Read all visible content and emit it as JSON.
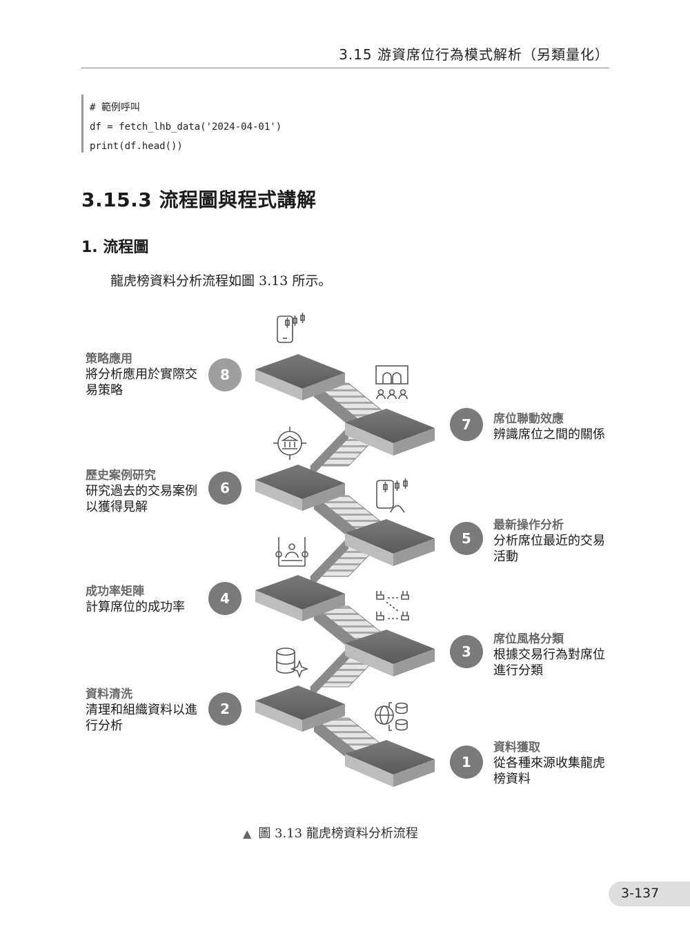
{
  "header": {
    "title": "3.15  游資席位行為模式解析（另類量化）"
  },
  "code": {
    "lines": [
      "# 範例呼叫",
      "df = fetch_lhb_data('2024-04-01')",
      "print(df.head())"
    ]
  },
  "section": {
    "heading": "3.15.3  流程圖與程式講解",
    "subheading": "1. 流程圖",
    "paragraph": "龍虎榜資料分析流程如圖 3.13 所示。"
  },
  "flow": {
    "steps": [
      {
        "num": "1",
        "title": "資料獲取",
        "desc1": "從各種來源收集龍虎",
        "desc2": "榜資料",
        "icon": "globe-database-icon"
      },
      {
        "num": "2",
        "title": "資料清洗",
        "desc1": "清理和組織資料以進",
        "desc2": "行分析",
        "icon": "database-sparkle-icon"
      },
      {
        "num": "3",
        "title": "席位風格分類",
        "desc1": "根據交易行為對席位",
        "desc2": "進行分類",
        "icon": "sort-nodes-icon"
      },
      {
        "num": "4",
        "title": "成功率矩陣",
        "desc1": "計算席位的成功率",
        "desc2": "",
        "icon": "balance-person-icon"
      },
      {
        "num": "5",
        "title": "最新操作分析",
        "desc1": "分析席位最近的交易",
        "desc2": "活動",
        "icon": "phone-chart-hand-icon"
      },
      {
        "num": "6",
        "title": "歷史案例研究",
        "desc1": "研究過去的交易案例",
        "desc2": "以獲得見解",
        "icon": "bank-target-icon"
      },
      {
        "num": "7",
        "title": "席位聯動效應",
        "desc1": "辨識席位之間的關係",
        "desc2": "",
        "icon": "group-network-icon"
      },
      {
        "num": "8",
        "title": "策略應用",
        "desc1": "將分析應用於實際交",
        "desc2": "易策略",
        "icon": "phone-candles-icon"
      }
    ]
  },
  "caption": {
    "marker": "▲",
    "text": "圖 3.13  龍虎榜資料分析流程"
  },
  "page": {
    "number": "3-137"
  }
}
